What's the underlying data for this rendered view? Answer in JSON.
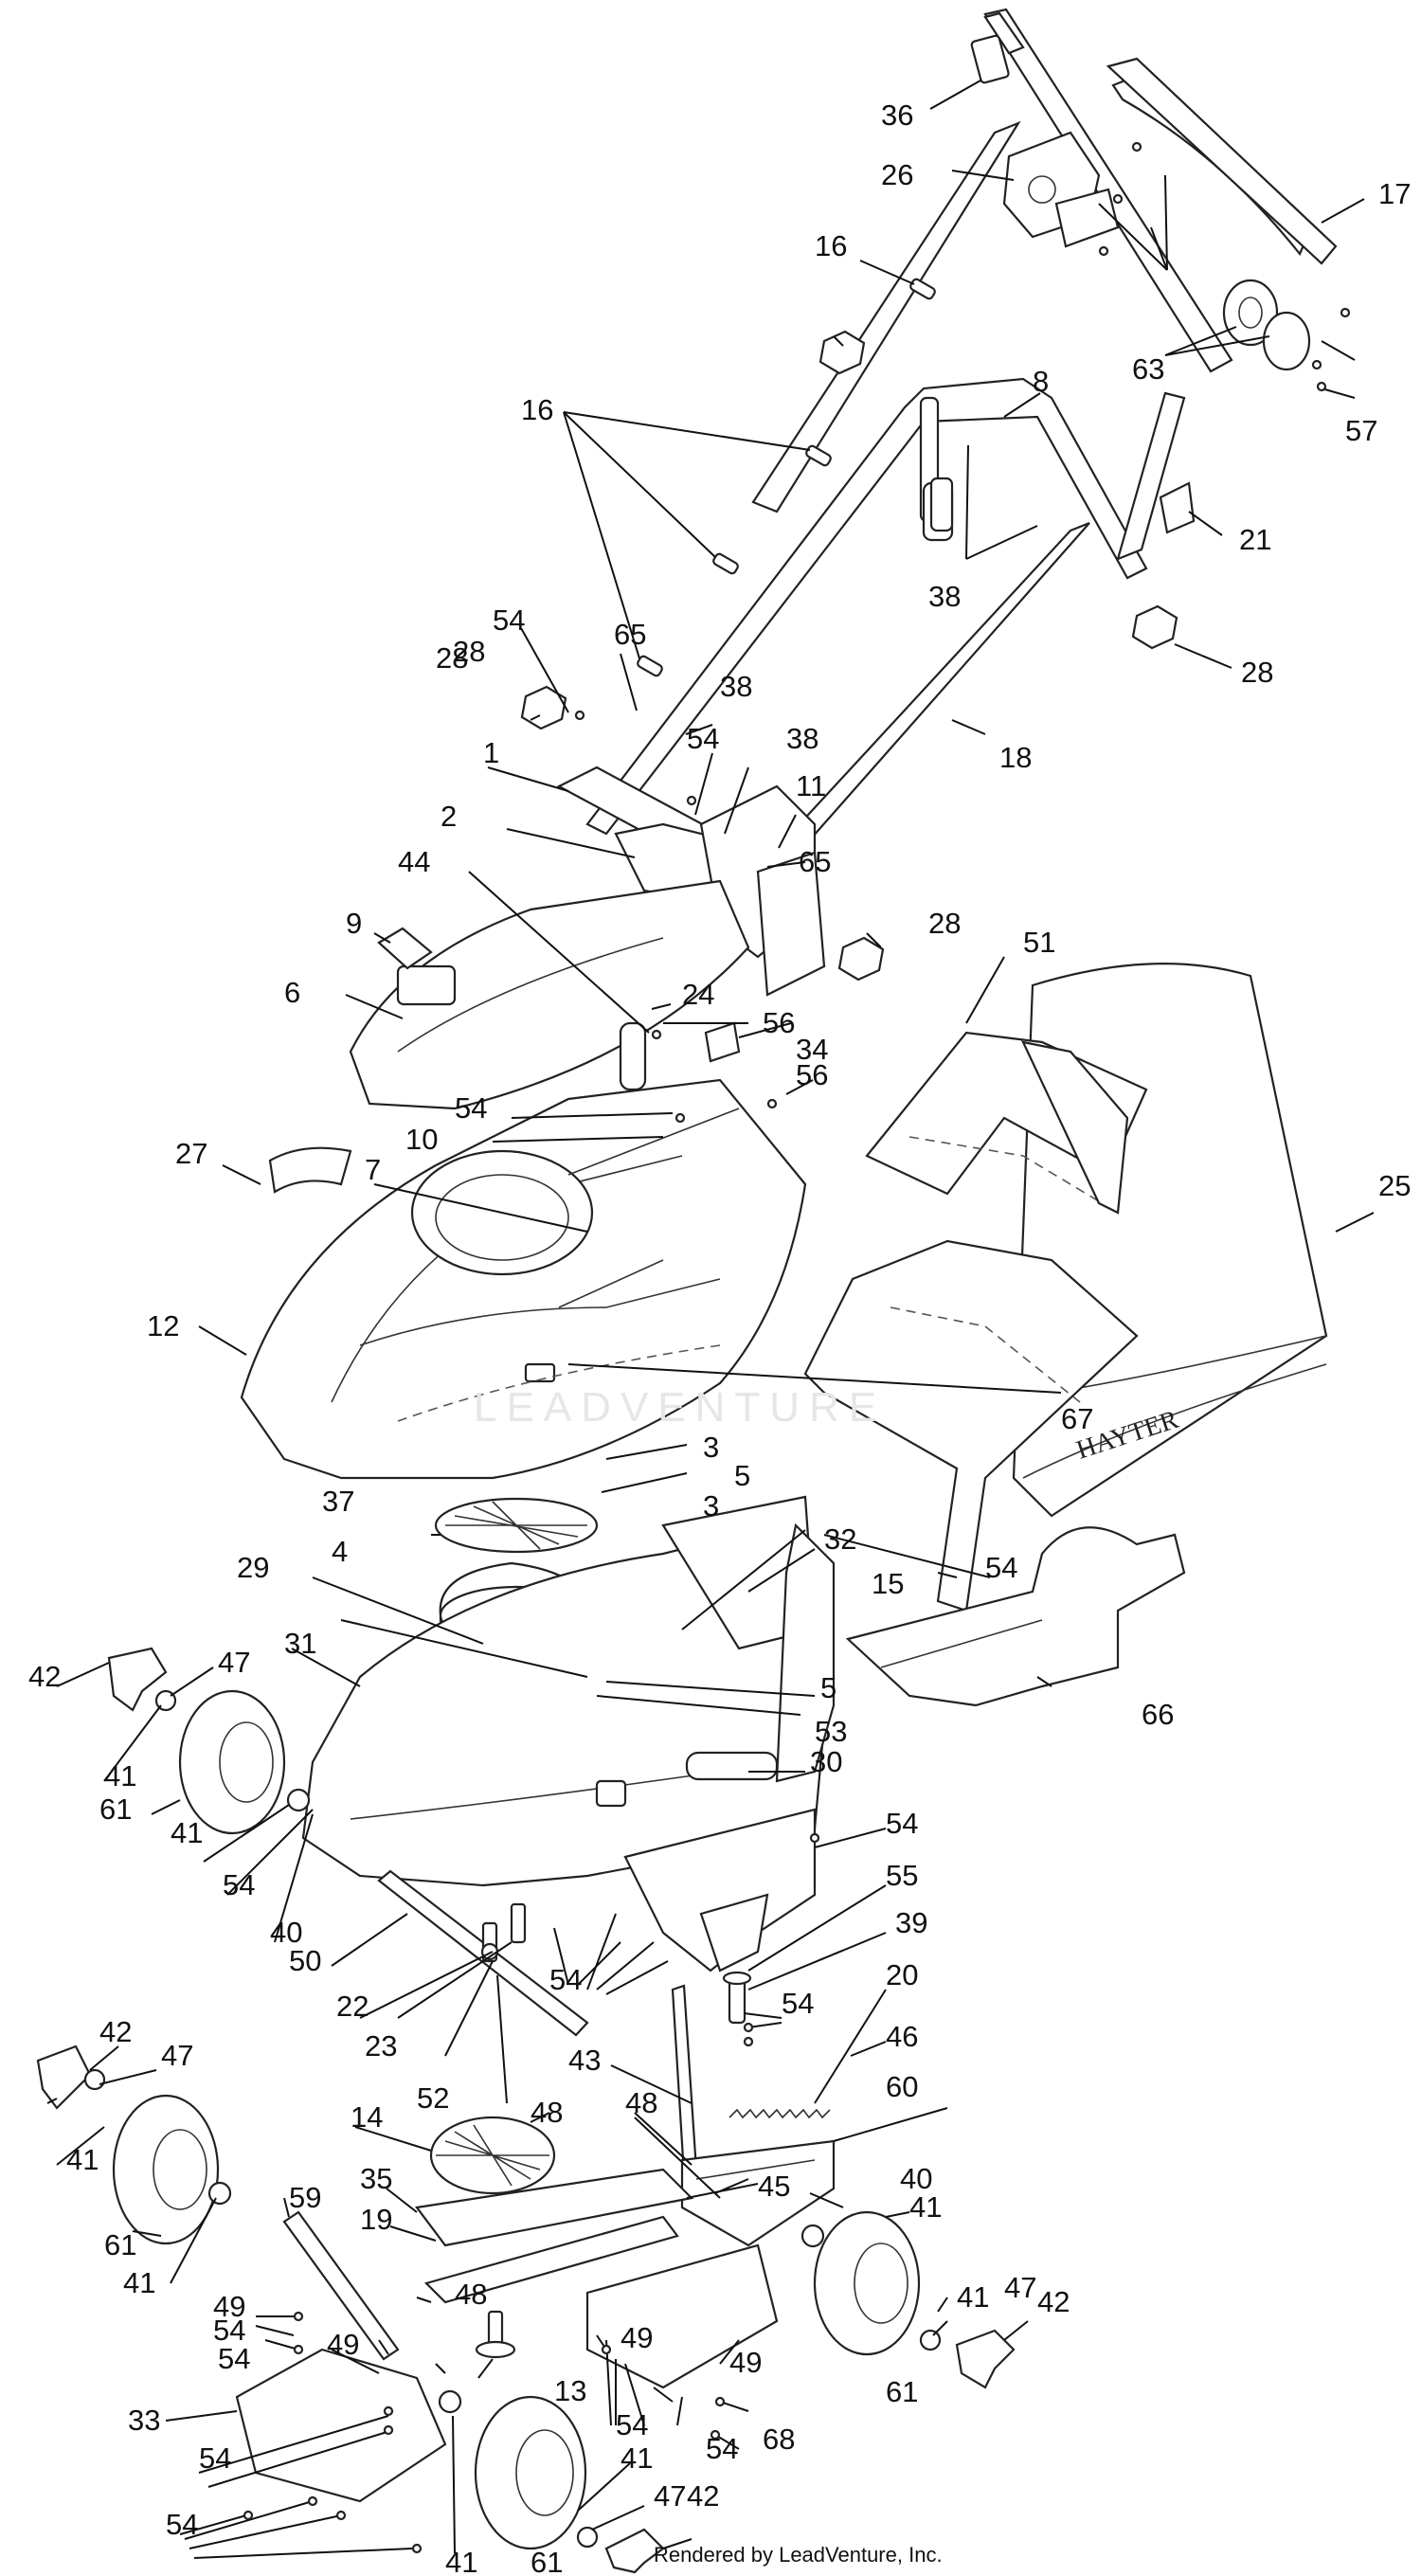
{
  "watermark": "LEADVENTURE",
  "brand": "HAYTER",
  "footer": "Rendered by LeadVenture, Inc.",
  "parts": [
    "1",
    "2",
    "3",
    "3",
    "4",
    "5",
    "5",
    "6",
    "7",
    "8",
    "9",
    "10",
    "11",
    "12",
    "13",
    "14",
    "15",
    "16",
    "16",
    "17",
    "18",
    "19",
    "20",
    "21",
    "22",
    "23",
    "24",
    "25",
    "26",
    "27",
    "28",
    "28",
    "28",
    "28",
    "29",
    "30",
    "31",
    "32",
    "33",
    "34",
    "35",
    "36",
    "37",
    "38",
    "38",
    "38",
    "39",
    "40",
    "40",
    "41",
    "41",
    "41",
    "41",
    "41",
    "41",
    "41",
    "41",
    "42",
    "42",
    "42",
    "42",
    "43",
    "44",
    "45",
    "46",
    "47",
    "47",
    "47",
    "47",
    "48",
    "48",
    "48",
    "49",
    "49",
    "49",
    "49",
    "50",
    "51",
    "52",
    "53",
    "54",
    "54",
    "54",
    "54",
    "54",
    "54",
    "54",
    "54",
    "54",
    "54",
    "54",
    "54",
    "54",
    "54",
    "55",
    "56",
    "56",
    "57",
    "59",
    "60",
    "61",
    "61",
    "61",
    "61",
    "63",
    "65",
    "65",
    "66",
    "67",
    "68"
  ]
}
